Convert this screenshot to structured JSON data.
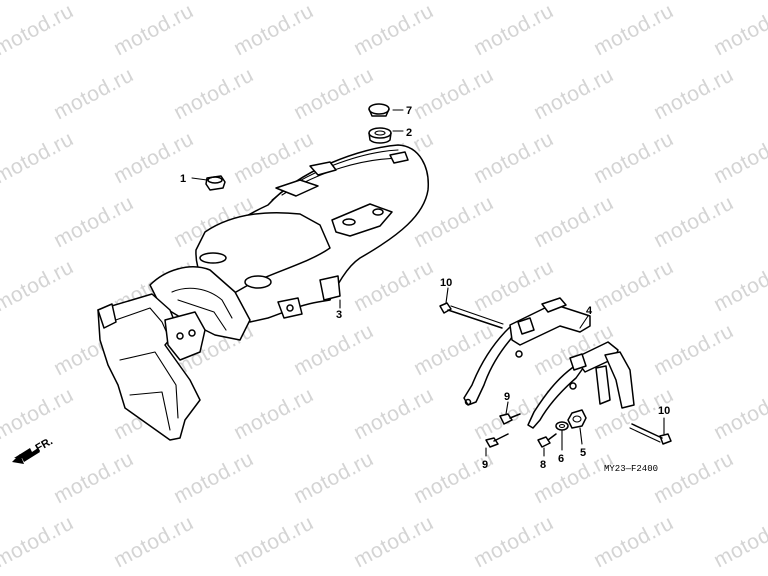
{
  "watermark": {
    "text": "motod.ru",
    "color": "#d4d4d4"
  },
  "direction": {
    "label": "FR.",
    "icon": "arrow-left-icon"
  },
  "diagram_code": "MY23—F2400",
  "callouts": [
    {
      "id": "callout-1",
      "label": "1"
    },
    {
      "id": "callout-2",
      "label": "2"
    },
    {
      "id": "callout-3",
      "label": "3"
    },
    {
      "id": "callout-4",
      "label": "4"
    },
    {
      "id": "callout-5",
      "label": "5"
    },
    {
      "id": "callout-6",
      "label": "6"
    },
    {
      "id": "callout-7",
      "label": "7"
    },
    {
      "id": "callout-8",
      "label": "8"
    },
    {
      "id": "callout-9a",
      "label": "9"
    },
    {
      "id": "callout-9b",
      "label": "9"
    },
    {
      "id": "callout-10a",
      "label": "10"
    },
    {
      "id": "callout-10b",
      "label": "10"
    }
  ]
}
